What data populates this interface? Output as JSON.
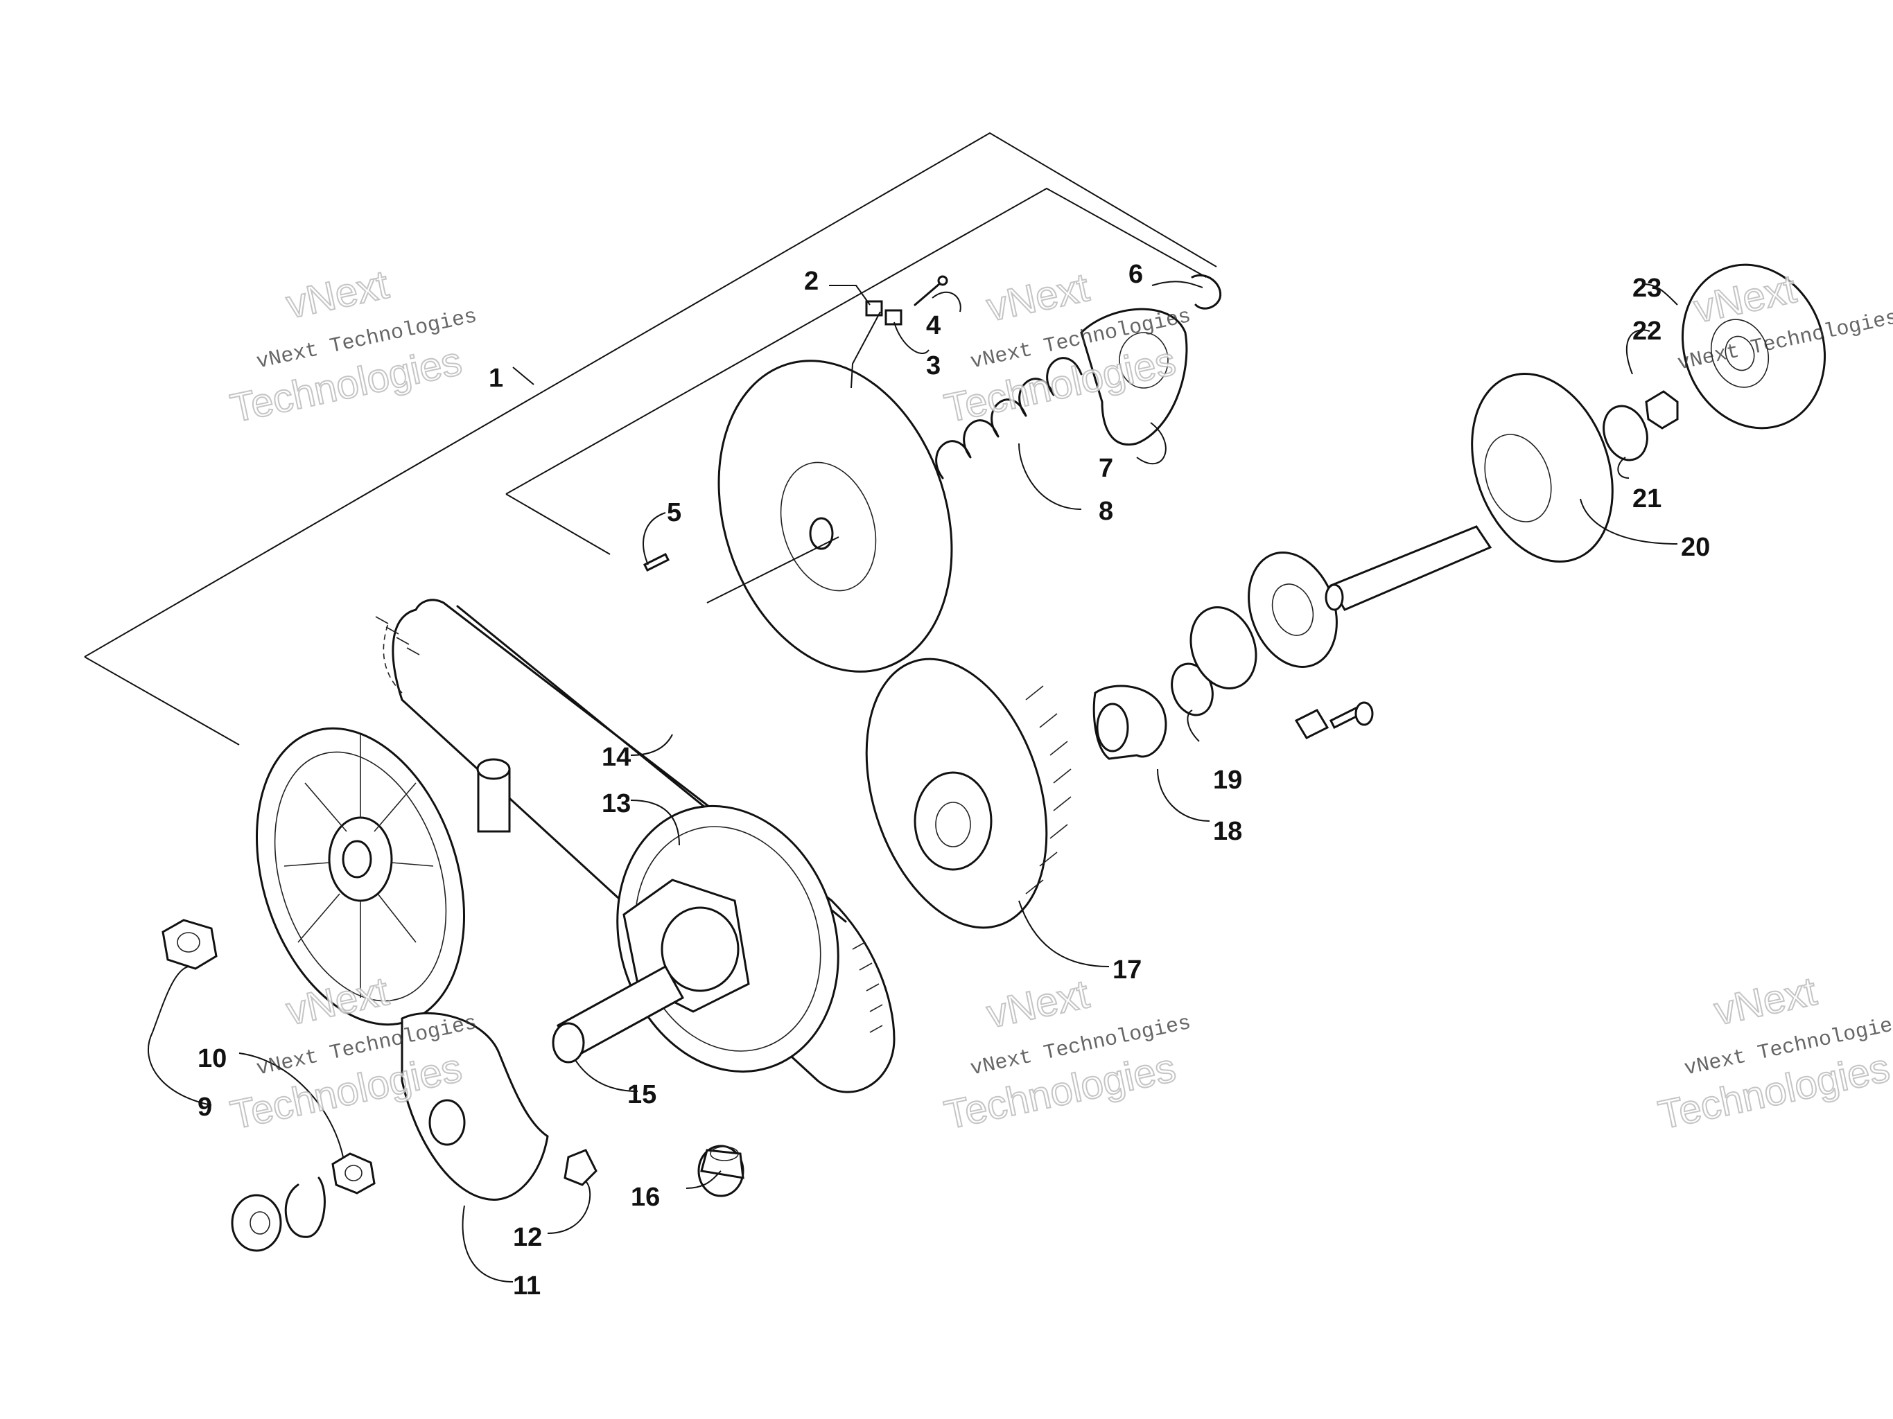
{
  "callouts": [
    "1",
    "2",
    "3",
    "4",
    "5",
    "6",
    "7",
    "8",
    "9",
    "10",
    "11",
    "12",
    "13",
    "14",
    "15",
    "16",
    "17",
    "18",
    "19",
    "20",
    "21",
    "22",
    "23"
  ],
  "watermark": {
    "line1": "vNext",
    "line2": "vNext Technologies",
    "line3": "Technologies"
  }
}
